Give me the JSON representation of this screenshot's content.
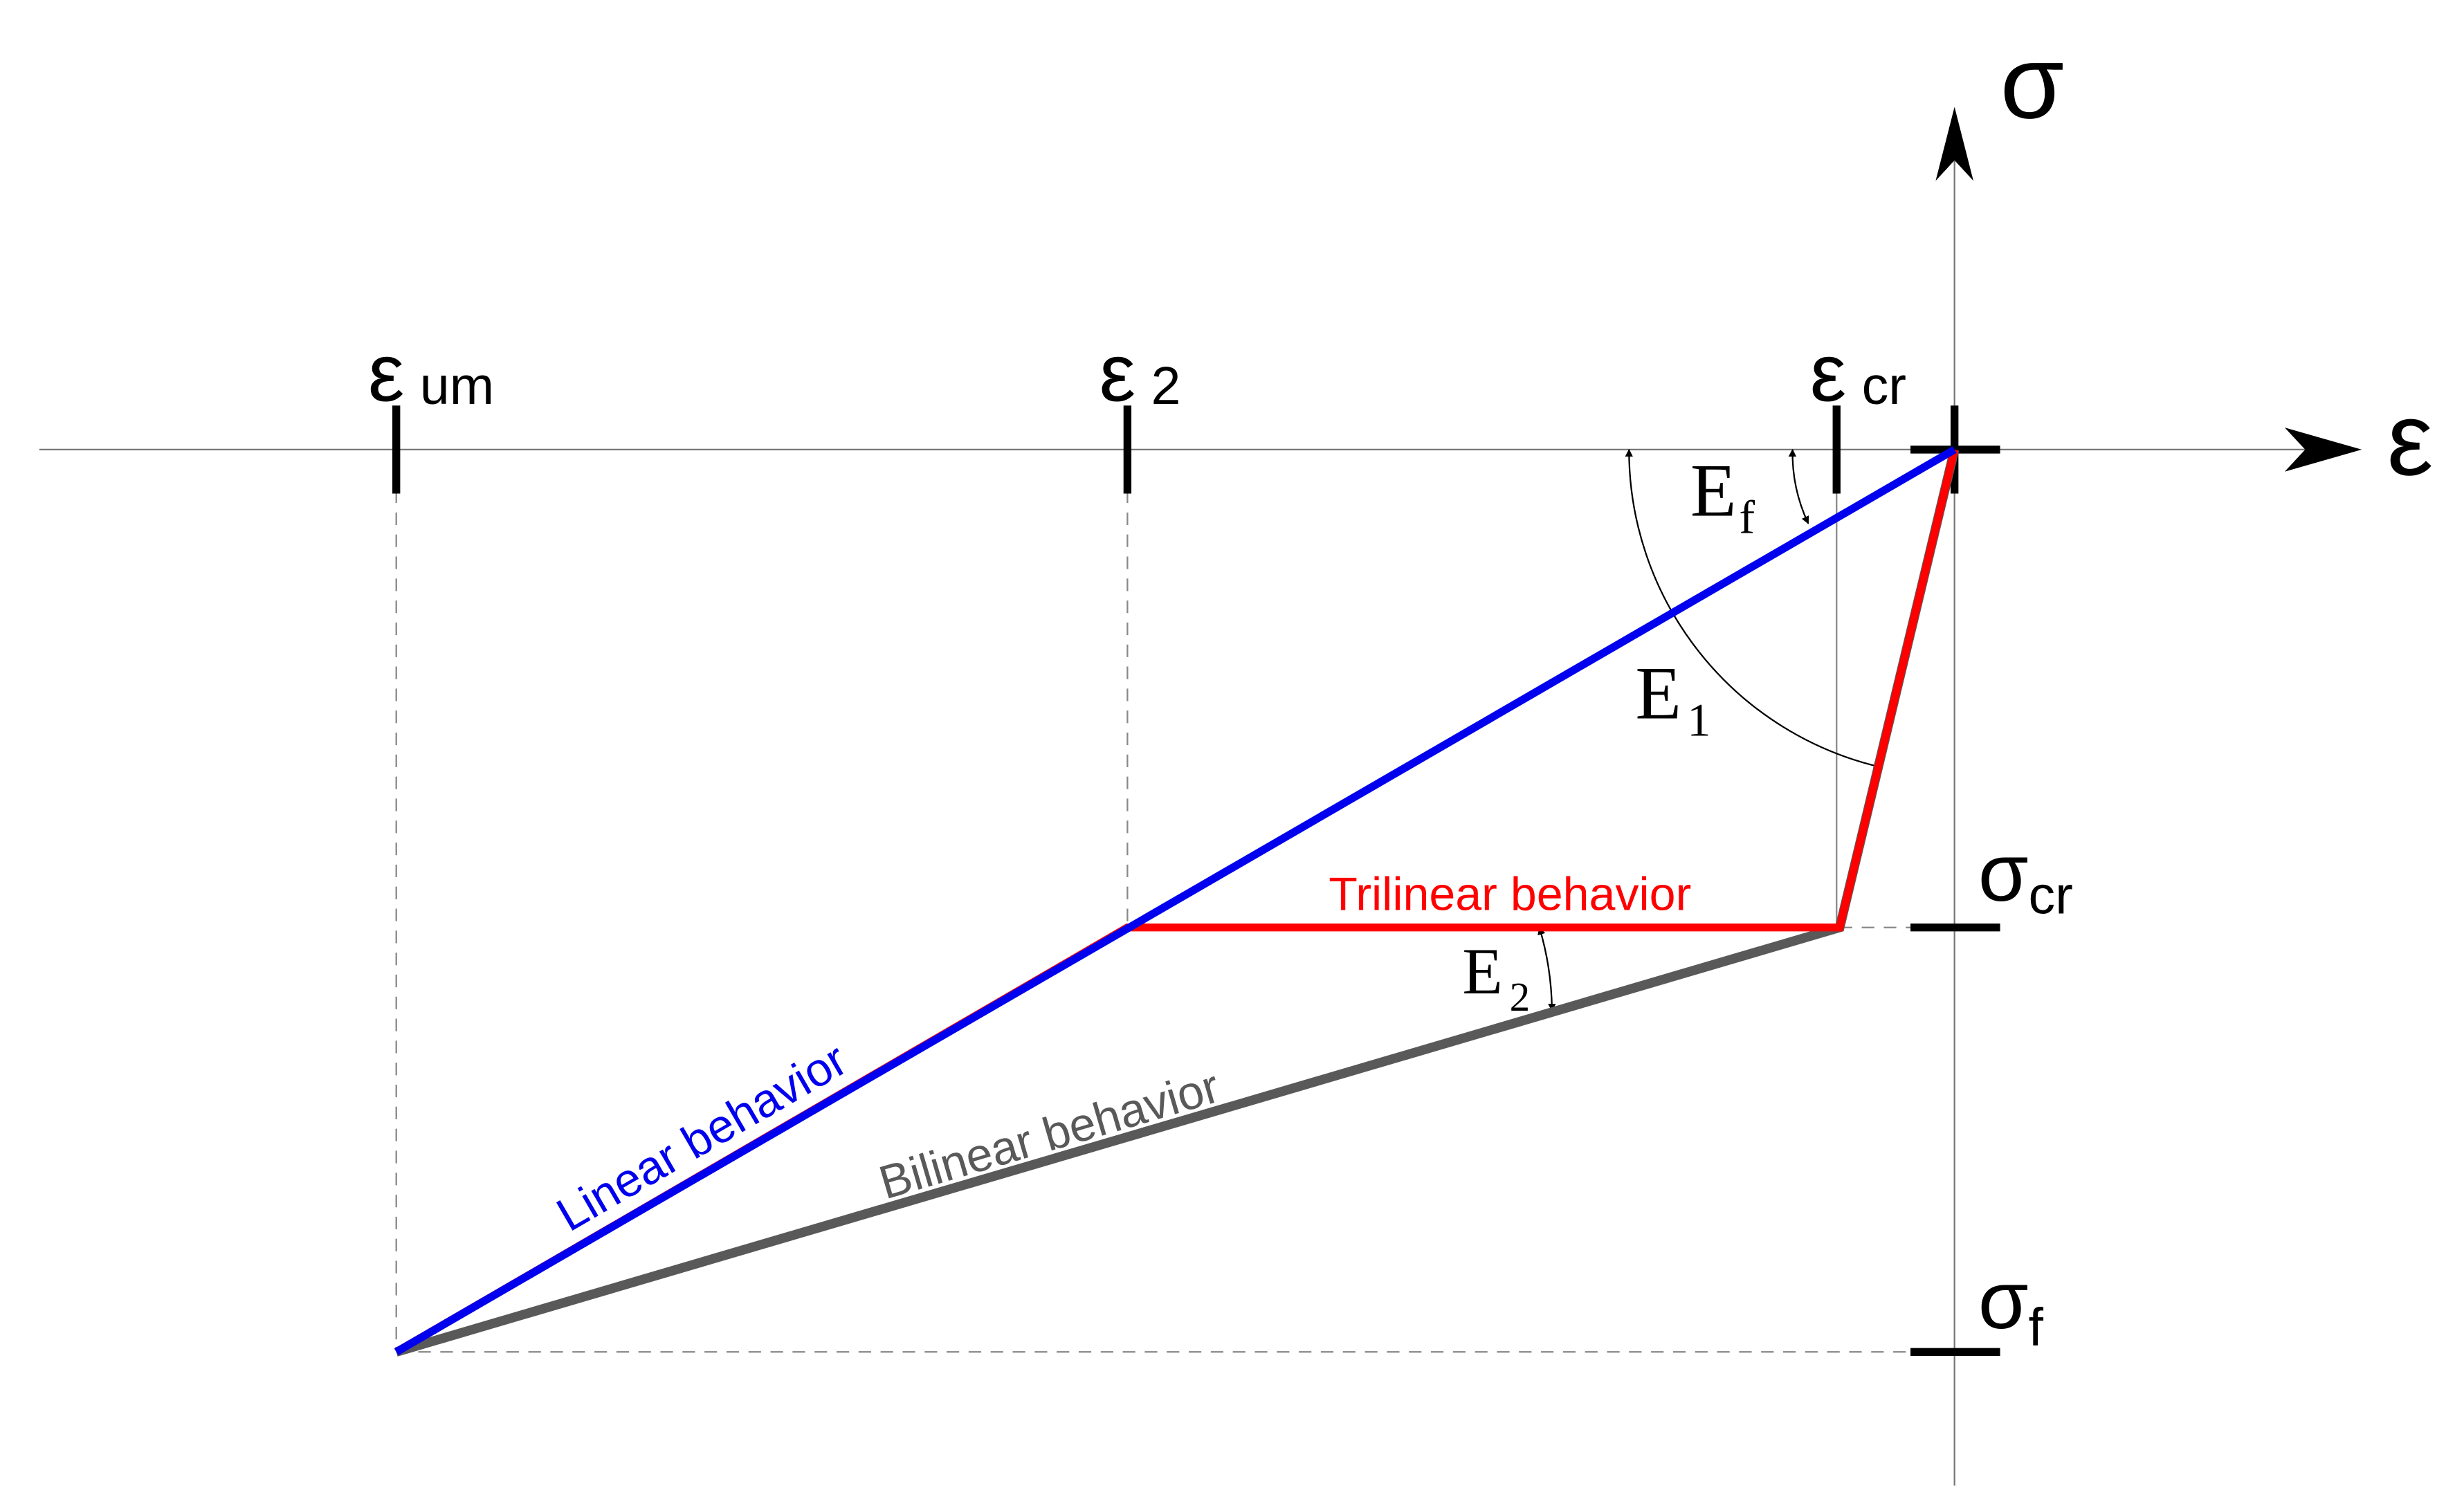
{
  "axes": {
    "x_symbol": "ε",
    "y_symbol": "σ"
  },
  "strain_marks": [
    {
      "id": "eum",
      "main": "ε",
      "sub": "um"
    },
    {
      "id": "e2",
      "main": "ε",
      "sub": "2"
    },
    {
      "id": "ecr",
      "main": "ε",
      "sub": "cr"
    }
  ],
  "stress_marks": [
    {
      "id": "scr",
      "main": "σ",
      "sub": "cr"
    },
    {
      "id": "sf",
      "main": "σ",
      "sub": "f"
    }
  ],
  "moduli": [
    {
      "id": "Ef",
      "main": "E",
      "sub": "f"
    },
    {
      "id": "E1",
      "main": "E",
      "sub": "1"
    },
    {
      "id": "E2",
      "main": "E",
      "sub": "2"
    }
  ],
  "behaviors": [
    {
      "id": "linear",
      "label": "Linear behavior",
      "color": "#0000ee"
    },
    {
      "id": "trilinear",
      "label": "Trilinear behavior",
      "color": "#ff0000"
    },
    {
      "id": "bilinear",
      "label": "Bilinear behavior",
      "color": "#595959"
    }
  ]
}
